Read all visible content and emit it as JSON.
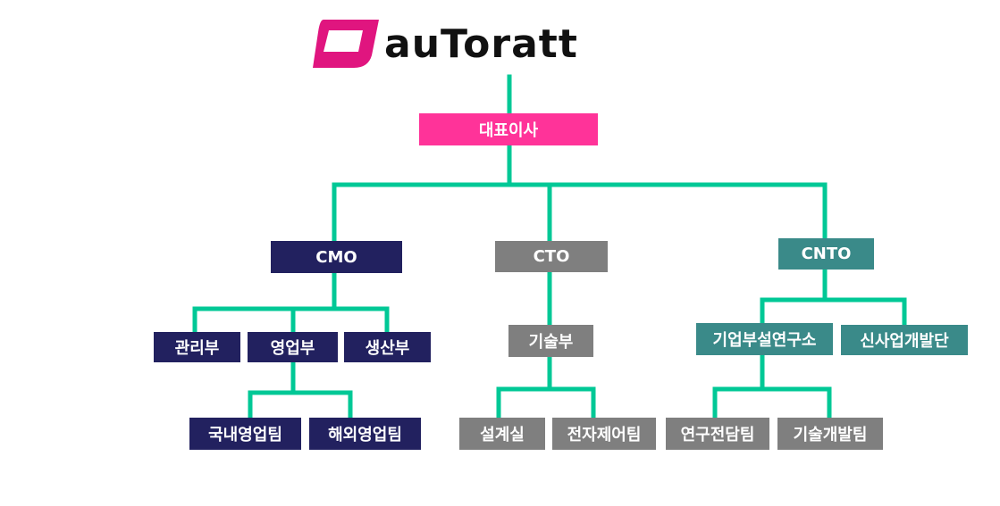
{
  "logo": {
    "text": "auToratt"
  },
  "colors": {
    "connector": "#00c896",
    "navy": "#22215f",
    "gray": "#7f7f7f",
    "teal": "#3a8a89",
    "pink": "#ff3399"
  },
  "nodes": {
    "ceo": "대표이사",
    "cmo": "CMO",
    "cto": "CTO",
    "cnto": "CNTO",
    "management": "관리부",
    "sales": "영업부",
    "production": "생산부",
    "domestic_sales": "국내영업팀",
    "overseas_sales": "해외영업팀",
    "technology": "기술부",
    "design": "설계실",
    "electronic_control": "전자제어팀",
    "research_institute": "기업부설연구소",
    "new_business": "신사업개발단",
    "research_team": "연구전담팀",
    "tech_dev_team": "기술개발팀"
  }
}
